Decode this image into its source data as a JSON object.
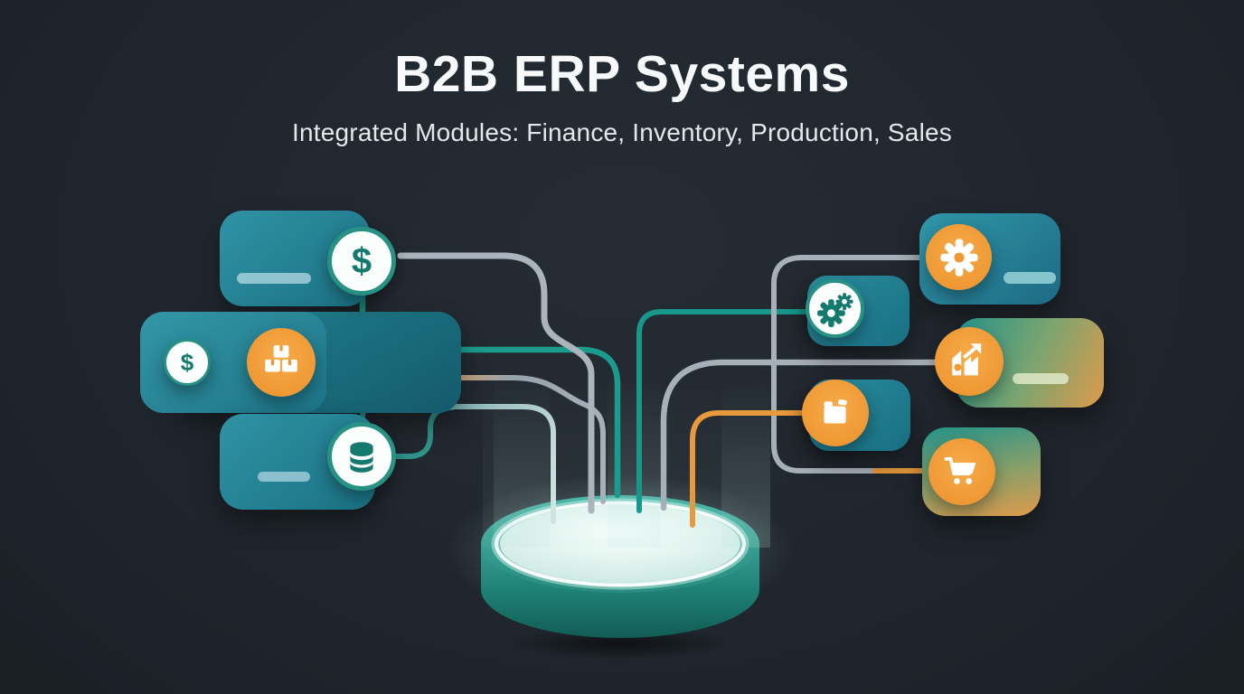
{
  "header": {
    "title": "B2B ERP Systems",
    "subtitle": "Integrated Modules: Finance, Inventory, Production, Sales"
  },
  "diagram": {
    "hub": {
      "type": "glowing-cylinder-platform",
      "description": "central ERP hub receiving all module connectors"
    },
    "modules": [
      {
        "id": "finance-card",
        "icon": "dollar-icon",
        "badge": "white-circle",
        "position": "top-left"
      },
      {
        "id": "finance-secondary-card",
        "icon": "dollar-icon",
        "badge": "white-circle",
        "position": "mid-left"
      },
      {
        "id": "inventory-badge",
        "icon": "boxes-icon",
        "badge": "orange-circle",
        "position": "mid-left"
      },
      {
        "id": "database-card",
        "icon": "database-icon",
        "badge": "white-circle",
        "position": "bottom-left"
      },
      {
        "id": "operations-card",
        "icon": "gear-icon",
        "badge": "orange-circle",
        "position": "top-right"
      },
      {
        "id": "automation-card",
        "icon": "double-gear-icon",
        "badge": "white-circle",
        "position": "right"
      },
      {
        "id": "production-card",
        "icon": "factory-growth-icon",
        "badge": "orange-circle",
        "position": "right"
      },
      {
        "id": "documents-card",
        "icon": "folder-icon",
        "badge": "orange-circle",
        "position": "right"
      },
      {
        "id": "sales-card",
        "icon": "cart-icon",
        "badge": "orange-circle",
        "position": "bottom-right"
      }
    ],
    "colors": {
      "background": "#1e242b",
      "card_teal": "#2f93a5",
      "card_teal_dark": "#186f82",
      "accent_orange": "#ee9732",
      "line_gray": "#a9b2ba",
      "line_teal": "#1b9b8c",
      "line_orange": "#e8993c",
      "platform_teal": "#2b8f83",
      "platform_glow": "#d8fff4",
      "icon_teal": "#157a6e"
    }
  }
}
